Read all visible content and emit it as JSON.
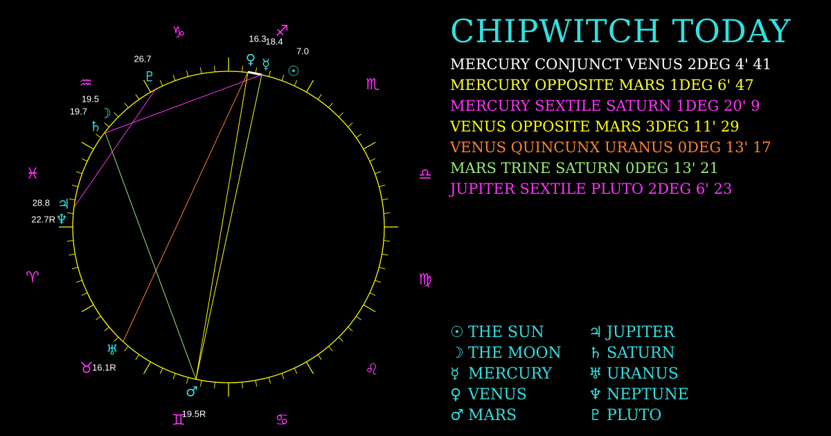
{
  "title": "CHIPWITCH TODAY",
  "colors": {
    "background": "#000000",
    "wheel": "#ffff00",
    "sign_glyph": "#ff33ff",
    "planet_glyph": "#33e0e0",
    "degree_label": "#ffffff",
    "title": "#33e0e0"
  },
  "aspects": [
    {
      "text": "MERCURY CONJUNCT VENUS 2DEG 4' 41",
      "color": "#ffffff"
    },
    {
      "text": "MERCURY OPPOSITE MARS 1DEG 6' 47",
      "color": "#ffff33"
    },
    {
      "text": "MERCURY SEXTILE SATURN 1DEG 20' 9",
      "color": "#ff33ff"
    },
    {
      "text": "VENUS OPPOSITE MARS 3DEG 11' 29",
      "color": "#ffff00"
    },
    {
      "text": "VENUS QUINCUNX URANUS 0DEG 13' 17",
      "color": "#ff8030"
    },
    {
      "text": "MARS TRINE SATURN 0DEG 13' 21",
      "color": "#99ee77"
    },
    {
      "text": "JUPITER SEXTILE PLUTO 2DEG 6' 23",
      "color": "#ff33ff"
    }
  ],
  "legend": [
    {
      "glyph": "☉",
      "name": "THE SUN"
    },
    {
      "glyph": "☽",
      "name": "THE MOON"
    },
    {
      "glyph": "☿",
      "name": "MERCURY"
    },
    {
      "glyph": "♀",
      "name": "VENUS"
    },
    {
      "glyph": "♂",
      "name": "MARS"
    },
    {
      "glyph": "♃",
      "name": "JUPITER"
    },
    {
      "glyph": "♄",
      "name": "SATURN"
    },
    {
      "glyph": "♅",
      "name": "URANUS"
    },
    {
      "glyph": "♆",
      "name": "NEPTUNE"
    },
    {
      "glyph": "♇",
      "name": "PLUTO"
    }
  ],
  "signs": [
    {
      "glyph": "♑",
      "name": "capricorn"
    },
    {
      "glyph": "♐",
      "name": "sagittarius"
    },
    {
      "glyph": "♏",
      "name": "scorpio"
    },
    {
      "glyph": "♎",
      "name": "libra"
    },
    {
      "glyph": "♍",
      "name": "virgo"
    },
    {
      "glyph": "♌",
      "name": "leo"
    },
    {
      "glyph": "♋",
      "name": "cancer"
    },
    {
      "glyph": "♊",
      "name": "gemini"
    },
    {
      "glyph": "♉",
      "name": "taurus"
    },
    {
      "glyph": "♈",
      "name": "aries"
    },
    {
      "glyph": "♓",
      "name": "pisces"
    },
    {
      "glyph": "♒",
      "name": "aquarius"
    }
  ],
  "planets": [
    {
      "glyph": "☉",
      "name": "sun",
      "label": "7.0"
    },
    {
      "glyph": "☽",
      "name": "moon",
      "label": "19.7"
    },
    {
      "glyph": "☿",
      "name": "mercury",
      "label": "18.4"
    },
    {
      "glyph": "♀",
      "name": "venus",
      "label": "16.3"
    },
    {
      "glyph": "♂",
      "name": "mars",
      "label": "19.5R"
    },
    {
      "glyph": "♃",
      "name": "jupiter",
      "label": "28.8"
    },
    {
      "glyph": "♄",
      "name": "saturn",
      "label": "19.5"
    },
    {
      "glyph": "♅",
      "name": "uranus",
      "label": "16.1R"
    },
    {
      "glyph": "♆",
      "name": "neptune",
      "label": "22.7R"
    },
    {
      "glyph": "♇",
      "name": "pluto",
      "label": "26.7"
    }
  ]
}
